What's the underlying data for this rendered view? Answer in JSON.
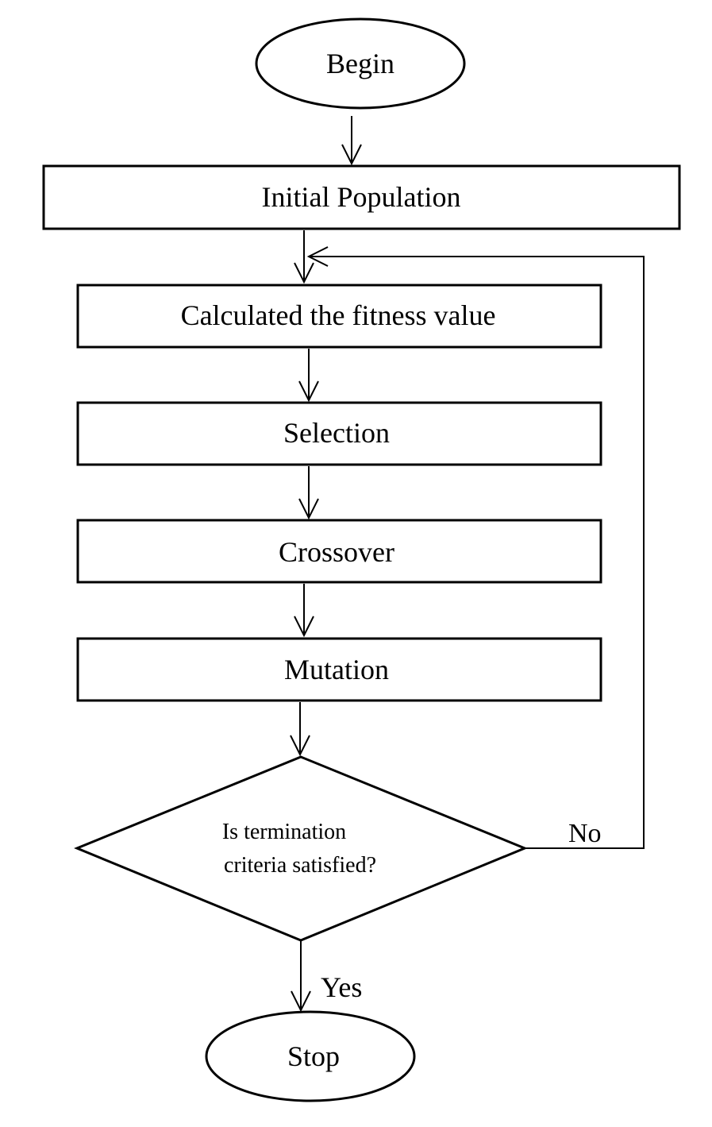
{
  "diagram": {
    "nodes": {
      "begin": "Begin",
      "initial_population": "Initial Population",
      "fitness": "Calculated the fitness value",
      "selection": "Selection",
      "crossover": "Crossover",
      "mutation": "Mutation",
      "decision_line1": "Is termination",
      "decision_line2": "criteria satisfied?",
      "stop": "Stop"
    },
    "edge_labels": {
      "no": "No",
      "yes": "Yes"
    }
  }
}
